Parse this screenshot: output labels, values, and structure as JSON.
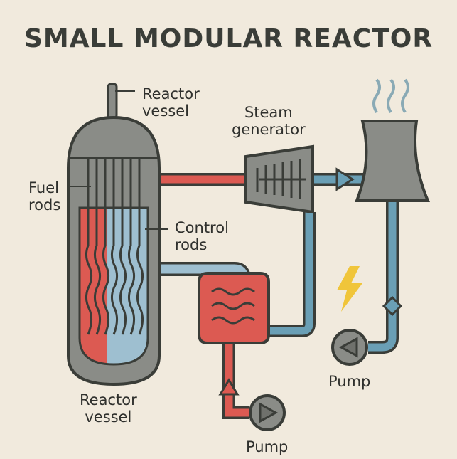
{
  "title": "SMALL MODULAR REACTOR",
  "labels": {
    "reactor_vessel_top": [
      "Reactor",
      "vessel"
    ],
    "steam_generator": [
      "Steam",
      "generator"
    ],
    "fuel_rods": [
      "Fuel",
      "rods"
    ],
    "control_rods": [
      "Control",
      "rods"
    ],
    "reactor_vessel_bottom": [
      "Reactor",
      "vessel"
    ],
    "pump_right": "Pump",
    "pump_bottom": "Pump"
  },
  "colors": {
    "background": "#f1eadd",
    "hot_pipe": "#dc5a52",
    "cool_pipe": "#6a9fb5",
    "vessel": "#8a8c87",
    "outline": "#3a3d38",
    "lightning": "#f0c53a"
  }
}
